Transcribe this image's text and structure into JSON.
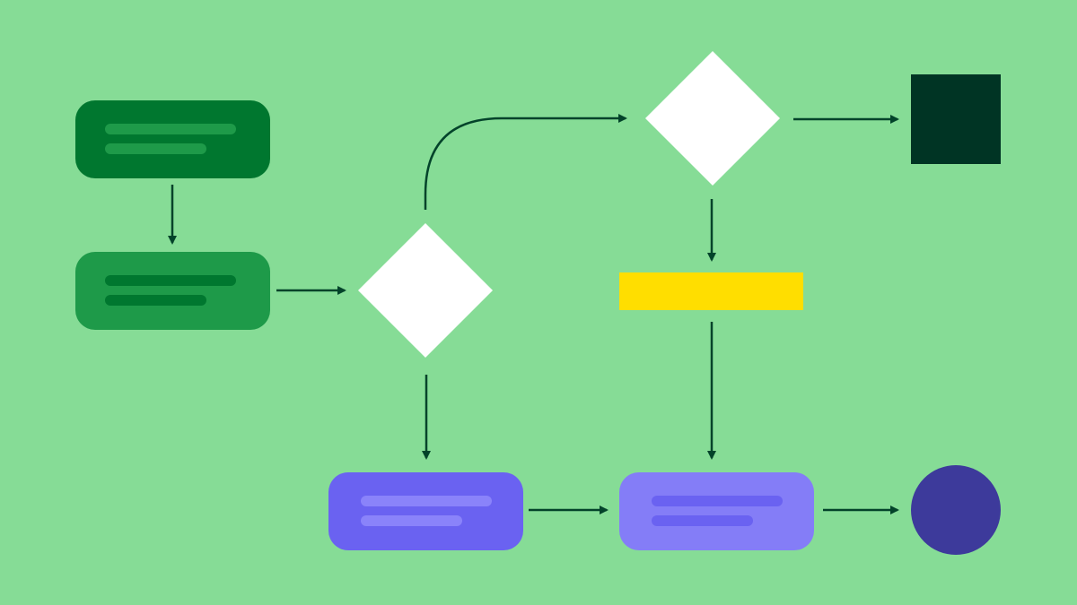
{
  "colors": {
    "background": "#86dc96",
    "connector": "#03432a",
    "node_dark_green": "#00772f",
    "node_mid_green": "#1e9a49",
    "line_light_green": "#1e9a49",
    "line_dark_green": "#00772f",
    "decision": "#ffffff",
    "end_square": "#003424",
    "highlight_bar": "#ffde00",
    "node_violet": "#6a62f1",
    "line_violet": "#8a83fa",
    "node_lavender": "#847df7",
    "line_lavender": "#6a62f1",
    "end_circle": "#3d3a9b"
  },
  "nodes": [
    {
      "name": "start-step-node",
      "shape": "rounded-rect",
      "color_key": "node_dark_green",
      "line_color_key": "line_light_green",
      "text_lines": 2
    },
    {
      "name": "second-step-node",
      "shape": "rounded-rect",
      "color_key": "node_mid_green",
      "line_color_key": "line_dark_green",
      "text_lines": 2
    },
    {
      "name": "first-decision-node",
      "shape": "diamond",
      "color_key": "decision"
    },
    {
      "name": "second-decision-node",
      "shape": "diamond",
      "color_key": "decision"
    },
    {
      "name": "end-square-node",
      "shape": "square",
      "color_key": "end_square"
    },
    {
      "name": "highlight-bar-node",
      "shape": "rect",
      "color_key": "highlight_bar"
    },
    {
      "name": "violet-step-node",
      "shape": "rounded-rect",
      "color_key": "node_violet",
      "line_color_key": "line_violet",
      "text_lines": 2
    },
    {
      "name": "lavender-step-node",
      "shape": "rounded-rect",
      "color_key": "node_lavender",
      "line_color_key": "line_lavender",
      "text_lines": 2
    },
    {
      "name": "end-circle-node",
      "shape": "circle",
      "color_key": "end_circle"
    }
  ],
  "connectors": [
    {
      "name": "connector-start-to-second",
      "from": "start-step-node",
      "to": "second-step-node"
    },
    {
      "name": "connector-second-to-decision",
      "from": "second-step-node",
      "to": "first-decision-node"
    },
    {
      "name": "connector-decision-to-upper-decision",
      "from": "first-decision-node",
      "to": "second-decision-node",
      "curved": true
    },
    {
      "name": "connector-upper-decision-to-square",
      "from": "second-decision-node",
      "to": "end-square-node"
    },
    {
      "name": "connector-upper-decision-to-bar",
      "from": "second-decision-node",
      "to": "highlight-bar-node"
    },
    {
      "name": "connector-decision-to-violet",
      "from": "first-decision-node",
      "to": "violet-step-node"
    },
    {
      "name": "connector-bar-to-lavender",
      "from": "highlight-bar-node",
      "to": "lavender-step-node"
    },
    {
      "name": "connector-violet-to-lavender",
      "from": "violet-step-node",
      "to": "lavender-step-node"
    },
    {
      "name": "connector-lavender-to-circle",
      "from": "lavender-step-node",
      "to": "end-circle-node"
    }
  ]
}
